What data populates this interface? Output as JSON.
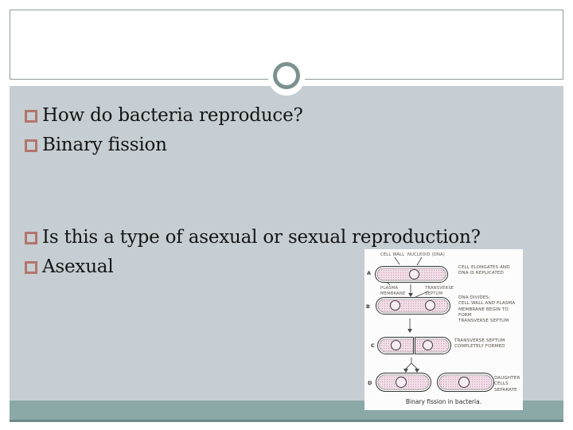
{
  "slide": {
    "bullets_top": [
      "How do bacteria reproduce?",
      "Binary fission"
    ],
    "bullets_bottom": [
      "Is this a type of asexual or sexual reproduction?",
      "Asexual"
    ]
  },
  "figure": {
    "caption": "Binary fission in bacteria.",
    "labels": {
      "cell_wall": "CELL WALL",
      "nucleoid": "NUCLEOID (DNA)",
      "plasma_membrane": "PLASMA\nMEMBRANE",
      "transverse_septum": "TRANSVERSE\nSEPTUM"
    },
    "stages": [
      {
        "letter": "A",
        "note": "CELL ELONGATES AND\nDNA IS REPLICATED"
      },
      {
        "letter": "B",
        "note": "DNA DIVIDES;\nCELL WALL AND PLASMA\nMEMBRANE BEGIN TO FORM\nTRANSVERSE SEPTUM"
      },
      {
        "letter": "C",
        "note": "TRANSVERSE SEPTUM\nCOMPLETELY FORMED"
      },
      {
        "letter": "D",
        "note": "DAUGHTER CELLS\nSEPARATE"
      }
    ]
  },
  "colors": {
    "body_bg": "#c6ced3",
    "footer_bar": "#8ba9a6",
    "footer_edge": "#6e8a88",
    "ring": "#7c9290",
    "bullet_square": "#b3756b",
    "header_border": "#8f999c",
    "cell_fill": "#f1dde7"
  }
}
